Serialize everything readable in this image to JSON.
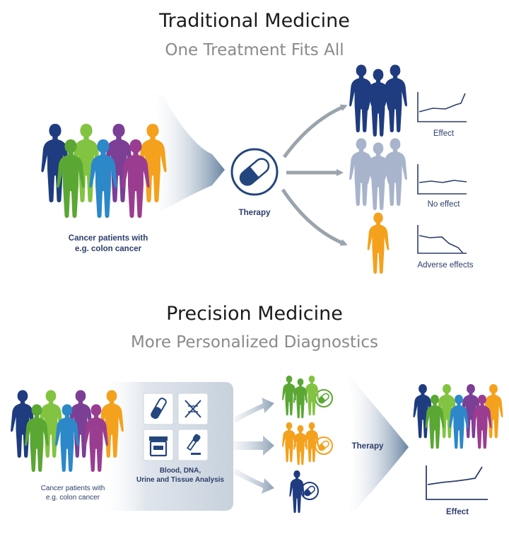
{
  "traditional": {
    "title": "Traditional Medicine",
    "subtitle": "One Treatment Fits All",
    "patients_label_line1": "Cancer patients with",
    "patients_label_line2": "e.g. colon cancer",
    "therapy_label": "Therapy",
    "outcomes": [
      {
        "label": "Effect",
        "trend": "rising",
        "color": "#1f3c80"
      },
      {
        "label": "No effect",
        "trend": "flat",
        "color": "#a7b4cb"
      },
      {
        "label": "Adverse effects",
        "trend": "falling",
        "color": "#f4a11d"
      }
    ]
  },
  "precision": {
    "title": "Precision Medicine",
    "subtitle": "More Personalized Diagnostics",
    "patients_label_line1": "Cancer patients with",
    "patients_label_line2": "e.g. colon cancer",
    "analysis_label_line1": "Blood, DNA,",
    "analysis_label_line2": "Urine and Tissue Analysis",
    "therapy_label": "Therapy",
    "effect_label": "Effect",
    "analysis_icons": [
      "test-tube-icon",
      "dna-icon",
      "urine-container-icon",
      "tissue-dropper-icon"
    ]
  },
  "colors": {
    "navy": "#1f3c80",
    "green": "#5aa733",
    "lime": "#82c341",
    "blue": "#2c88c9",
    "purple": "#7b3f96",
    "magenta": "#9a3d91",
    "orange": "#f4a11d",
    "grey_figure": "#a7b4cb",
    "arrow_grey": "#9aa4ad",
    "label_navy": "#2c3e6b"
  }
}
